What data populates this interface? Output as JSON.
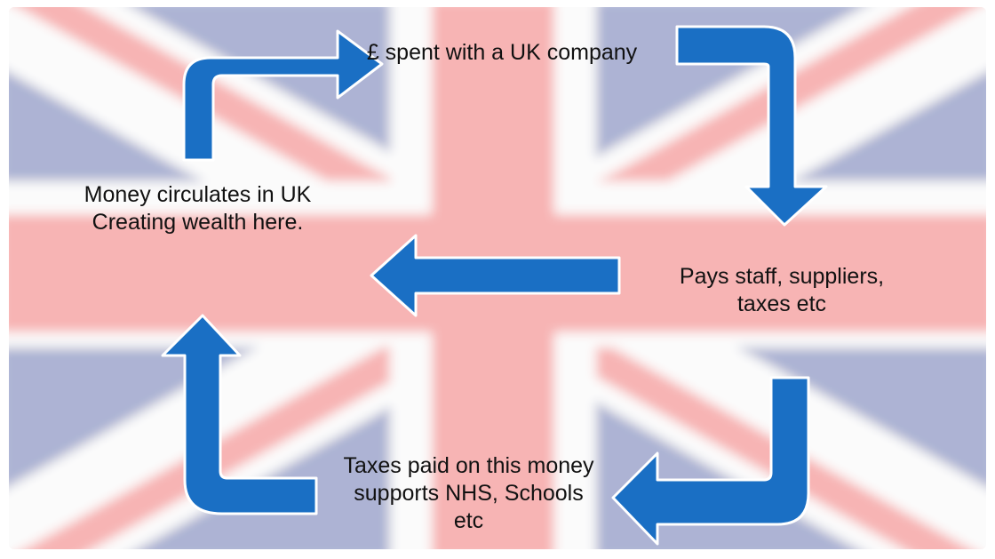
{
  "background": {
    "flag_blue": "#4a58a0",
    "flag_red": "#ee5a5a",
    "flag_white": "#f7f7f7",
    "wash_opacity": 0.55
  },
  "arrow_color": "#1a6fc4",
  "arrow_border": "#ffffff",
  "cycle": {
    "step1": "£ spent with a UK company",
    "step2": "Pays staff, suppliers, taxes etc",
    "step3": "Taxes paid on this money supports NHS, Schools etc",
    "step4": "Money circulates in UK\nCreating wealth here."
  },
  "arrows": [
    {
      "name": "arrow-to-spent",
      "direction": "up-then-right"
    },
    {
      "name": "arrow-to-pays",
      "direction": "right-then-down"
    },
    {
      "name": "arrow-pays-to-circulates",
      "direction": "left"
    },
    {
      "name": "arrow-to-taxes",
      "direction": "down-then-left"
    },
    {
      "name": "arrow-to-circulates",
      "direction": "left-then-up"
    }
  ]
}
